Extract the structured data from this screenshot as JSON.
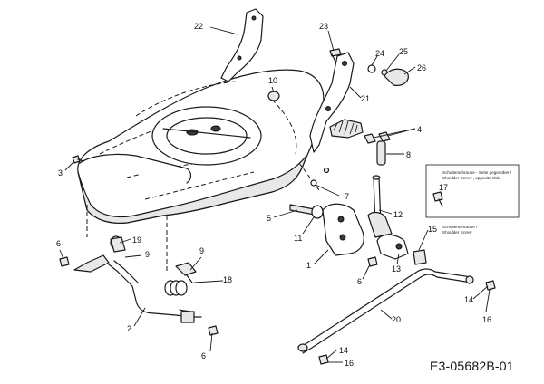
{
  "diagram_code": "E3-05682B-01",
  "callouts": {
    "c1": "1",
    "c2": "2",
    "c3": "3",
    "c4": "4",
    "c5": "5",
    "c6a": "6",
    "c6b": "6",
    "c6c": "6",
    "c7": "7",
    "c8": "8",
    "c9a": "9",
    "c9b": "9",
    "c10": "10",
    "c11": "11",
    "c12": "12",
    "c13": "13",
    "c14a": "14",
    "c14b": "14",
    "c15": "15",
    "c16a": "16",
    "c16b": "16",
    "c17": "17",
    "c18": "18",
    "c19": "19",
    "c20": "20",
    "c21": "21",
    "c22": "22",
    "c23": "23",
    "c24": "24",
    "c25": "25",
    "c26": "26"
  },
  "note_box": {
    "line1": "Schulterschraube - Seite gegenüber /",
    "line2": "Shoulder Screw , opposite Side",
    "label": "17"
  },
  "inline_note": {
    "line1": "Schulterschraube /",
    "line2": "Shoulder Screw"
  }
}
